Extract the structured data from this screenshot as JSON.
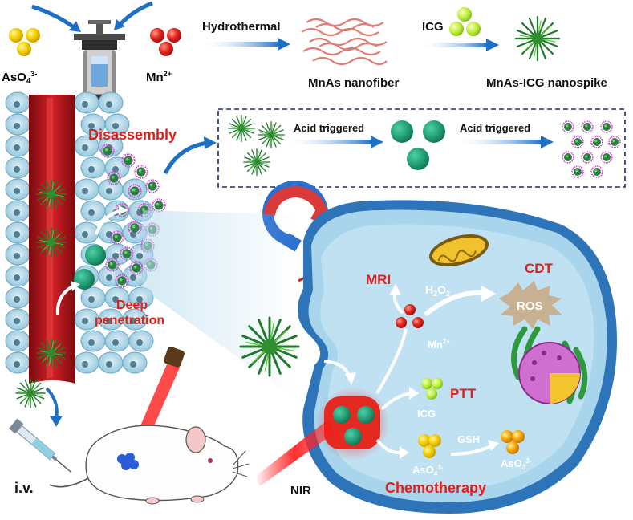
{
  "top": {
    "arsenate": "AsO",
    "arsenate_charge": "3-",
    "manganese": "Mn",
    "manganese_charge": "2+",
    "hydrothermal": "Hydrothermal",
    "icg": "ICG",
    "nanofiber": "MnAs nanofiber",
    "nanospike": "MnAs-ICG nanospike"
  },
  "vessel": {
    "disassembly": "Disassembly",
    "deep": "Deep",
    "penetration": "penetration"
  },
  "mechanism": {
    "acid1": "Acid triggered",
    "acid2": "Acid triggered"
  },
  "cell": {
    "mri": "MRI",
    "h2o2": "H",
    "h2o2_2": "O",
    "cdt": "CDT",
    "ros": "ROS",
    "mn": "Mn",
    "mn_charge": "2+",
    "ptt": "PTT",
    "icg": "ICG",
    "gsh": "GSH",
    "aso4": "AsO",
    "aso4_sub": "4",
    "aso4_charge": "3-",
    "aso3": "AsO",
    "aso3_sub": "3",
    "aso3_charge": "3-",
    "chemotherapy": "Chemotherapy"
  },
  "bottom": {
    "iv": "i.v.",
    "nir": "NIR"
  },
  "colors": {
    "accent_red": "#e0201a",
    "arrow_blue": "#1f6fc4",
    "vessel_red": "#b5161b",
    "cell_blue": "#2a6fb6",
    "particle_green": "#1f9a72",
    "ball_yellow": "#f4d000",
    "ball_red": "#e52820",
    "ball_lime": "#bff03a",
    "ball_orange": "#f5a300"
  }
}
